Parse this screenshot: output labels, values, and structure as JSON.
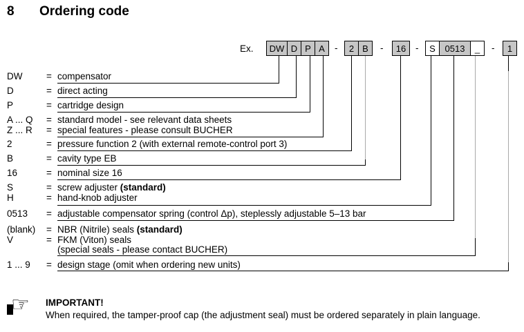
{
  "title": {
    "section_number": "8",
    "section_title": "Ordering code"
  },
  "example": {
    "label": "Ex.",
    "separator": "-",
    "boxes": [
      "DW",
      "D",
      "P",
      "A",
      "2",
      "B",
      "16",
      "S",
      "0513",
      "_",
      "1"
    ]
  },
  "rows": [
    {
      "code": "DW",
      "eq": "=",
      "desc": "compensator"
    },
    {
      "code": "D",
      "eq": "=",
      "desc": "direct acting"
    },
    {
      "code": "P",
      "eq": "=",
      "desc": "cartridge design"
    },
    {
      "code": "A ... Q",
      "eq": "=",
      "desc": "standard model - see relevant data sheets"
    },
    {
      "code": "Z ... R",
      "eq": "=",
      "desc": "special features - please consult BUCHER"
    },
    {
      "code": "2",
      "eq": "=",
      "desc": "pressure function 2 (with external remote-control port 3)"
    },
    {
      "code": "B",
      "eq": "=",
      "desc": "cavity type EB"
    },
    {
      "code": "16",
      "eq": "=",
      "desc": "nominal size 16"
    },
    {
      "code": "S",
      "eq": "=",
      "desc": "screw adjuster ",
      "desc_bold": "(standard)"
    },
    {
      "code": "H",
      "eq": "=",
      "desc": "hand-knob adjuster"
    },
    {
      "code": "0513",
      "eq": "=",
      "desc": "adjustable compensator spring (control Δp), steplessly adjustable 5–13 bar"
    },
    {
      "code": "(blank)",
      "eq": "=",
      "desc": "NBR (Nitrile) seals  ",
      "desc_bold": "(standard)"
    },
    {
      "code": "V",
      "eq": "=",
      "desc": "FKM (Viton) seals"
    },
    {
      "code": "",
      "eq": "",
      "desc": "(special seals - please contact BUCHER)"
    },
    {
      "code": "1 ... 9",
      "eq": "=",
      "desc": "design stage (omit when ordering new units)"
    }
  ],
  "note": {
    "heading": "IMPORTANT!",
    "text": "When required, the tamper-proof cap (the adjustment seal) must be ordered separately in plain language.",
    "icon": "pointing-hand-icon"
  },
  "colors": {
    "box_fill": "#c6c6c6",
    "box_border": "#000000",
    "connector_black": "#000000",
    "connector_gray": "#a9a9a9"
  }
}
